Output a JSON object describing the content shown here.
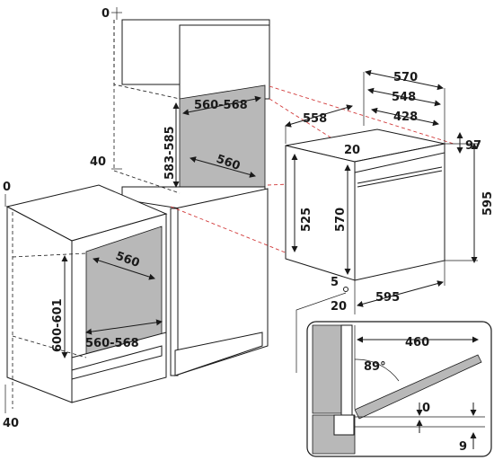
{
  "tall_cabinet": {
    "top_gap": "0",
    "plinth_gap": "40",
    "niche_width": "560-568",
    "niche_height": "583-585",
    "niche_depth": "560"
  },
  "base_cabinet": {
    "top_gap": "0",
    "plinth_gap": "40",
    "niche_depth": "560",
    "niche_height": "600-601",
    "niche_width": "560-568"
  },
  "oven": {
    "overall_width": "570",
    "body_width": "548",
    "inner_width": "428",
    "depth": "558",
    "panel_height": "97",
    "overall_height": "595",
    "top_offset": "20",
    "body_height": "570",
    "side_height": "525",
    "front_width": "595",
    "bottom_offset": "5",
    "front_thickness": "20"
  },
  "door_detail": {
    "door_width": "460",
    "open_angle": "89°",
    "gap_top": "0",
    "gap_bottom": "9"
  }
}
